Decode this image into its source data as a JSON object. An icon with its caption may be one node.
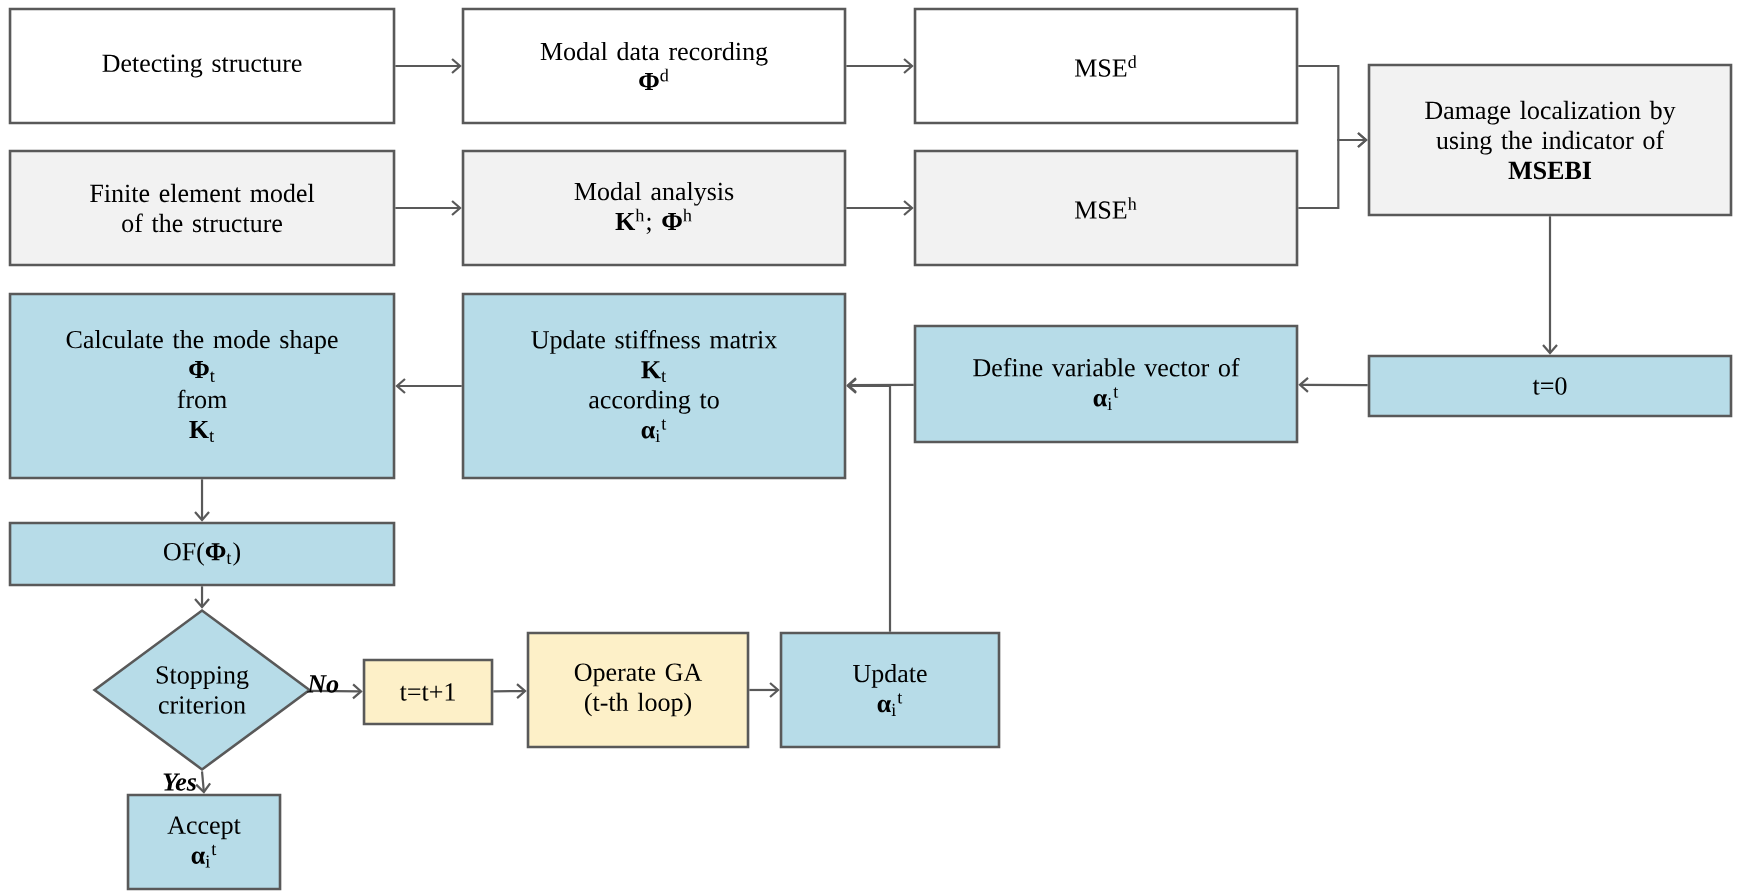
{
  "diagram": {
    "nodes": [
      {
        "text": [
          "Detecting structure"
        ]
      },
      {
        "text": [
          "Modal data recording",
          "**Φ**$^{d}$"
        ]
      },
      {
        "text": [
          "MSE$^{d}$"
        ]
      },
      {
        "text": [
          "Finite element model of the structure"
        ]
      },
      {
        "text": [
          "Modal analysis",
          "**K**$^{h}$; **Φ**$^{h}$"
        ]
      },
      {
        "text": [
          "MSE$^{h}$"
        ]
      },
      {
        "text": [
          "Damage localization by using the indicator of",
          "MSEBI"
        ]
      },
      {
        "text": [
          "t=0"
        ]
      },
      {
        "text": [
          "Define variable vector of",
          "**α**$_{i}$$^{t}$"
        ]
      },
      {
        "text": [
          "Update stiffness matrix",
          "**K**$_{t}$",
          "according to",
          "**α**$_{i}$$^{t}$"
        ]
      },
      {
        "text": [
          "Calculate the mode shape",
          "**Φ**$_{t}$",
          "from",
          "**K**$_{t}$"
        ]
      },
      {
        "text": [
          "OF(**Φ**$_{t}$)"
        ]
      },
      {
        "text": [
          "Stopping criterion"
        ]
      },
      {
        "text": [
          "t=t+1"
        ]
      },
      {
        "text": [
          "Operate GA (t-th loop)"
        ]
      },
      {
        "text": [
          "Update",
          "**α**$_{i}$$^{t}$"
        ]
      },
      {
        "text": [
          "Accept",
          "**α**$_{i}$$^{t}$"
        ]
      }
    ],
    "edges": [
      {
        "from": 0,
        "to": 1,
        "arrow": "to"
      },
      {
        "from": 1,
        "to": 2,
        "arrow": "to"
      },
      {
        "from": 3,
        "to": 4,
        "arrow": "to"
      },
      {
        "from": 4,
        "to": 5,
        "arrow": "to"
      },
      {
        "from": 2,
        "to": 6,
        "arrow": "to"
      },
      {
        "from": 5,
        "to": 6,
        "arrow": "to"
      },
      {
        "from": 6,
        "to": 7,
        "arrow": "to"
      },
      {
        "from": 7,
        "to": 8,
        "arrow": "to"
      },
      {
        "from": 8,
        "to": 9,
        "arrow": "to"
      },
      {
        "from": 9,
        "to": 10,
        "arrow": "to"
      },
      {
        "from": 10,
        "to": 11,
        "arrow": "to"
      },
      {
        "from": 11,
        "to": 12,
        "arrow": "to"
      },
      {
        "from": 12,
        "to": 13,
        "arrow": "to",
        "label": "No"
      },
      {
        "from": 13,
        "to": 14,
        "arrow": "to"
      },
      {
        "from": 14,
        "to": 15,
        "arrow": "to"
      },
      {
        "from": 15,
        "to": 9,
        "arrow": "to"
      },
      {
        "from": 12,
        "to": 16,
        "arrow": "to",
        "label": "Yes"
      }
    ]
  }
}
